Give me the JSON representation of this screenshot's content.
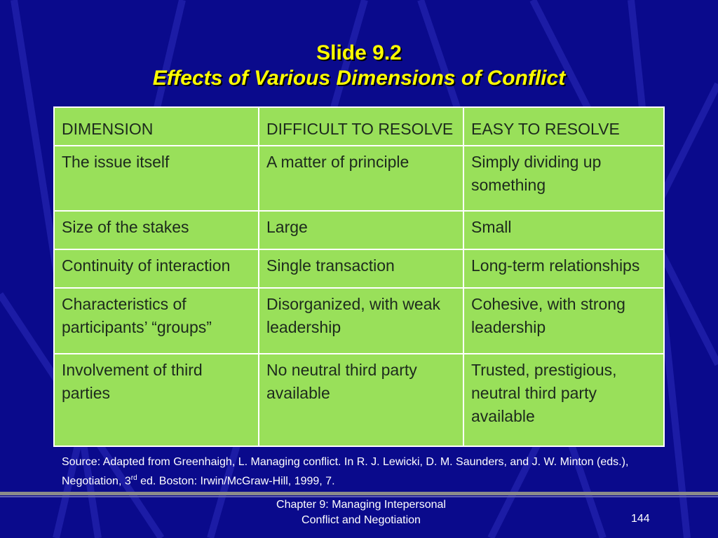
{
  "slide": {
    "title_line1": "Slide 9.2",
    "title_line2": "Effects of Various Dimensions of Conflict"
  },
  "table": {
    "headers": [
      "DIMENSION",
      "DIFFICULT TO RESOLVE",
      "EASY TO RESOLVE"
    ],
    "rows": [
      [
        "The issue itself",
        "A matter of principle",
        "Simply dividing up something"
      ],
      [
        "Size of the stakes",
        "Large",
        "Small"
      ],
      [
        "Continuity of interaction",
        "Single transaction",
        "Long-term relationships"
      ],
      [
        "Characteristics of participants’ “groups”",
        "Disorganized, with weak leadership",
        "Cohesive, with strong leadership"
      ],
      [
        "Involvement of third parties",
        "No neutral third party available",
        "Trusted, prestigious, neutral third party available"
      ]
    ]
  },
  "source": {
    "before_sup": "Source: Adapted from Greenhaigh, L. Managing conflict. In R. J. Lewicki, D. M. Saunders, and J. W. Minton (eds.), Negotiation, 3",
    "sup": "rd",
    "after_sup": " ed. Boston: Irwin/McGraw-Hill, 1999, 7."
  },
  "footer": {
    "line1": "Chapter 9: Managing Intepersonal",
    "line2": "Conflict and Negotiation",
    "page_number": "144"
  },
  "colors": {
    "background": "#0a0a8c",
    "title": "#ffff00",
    "table_fill": "#99e05a",
    "table_border": "#ffffff"
  }
}
